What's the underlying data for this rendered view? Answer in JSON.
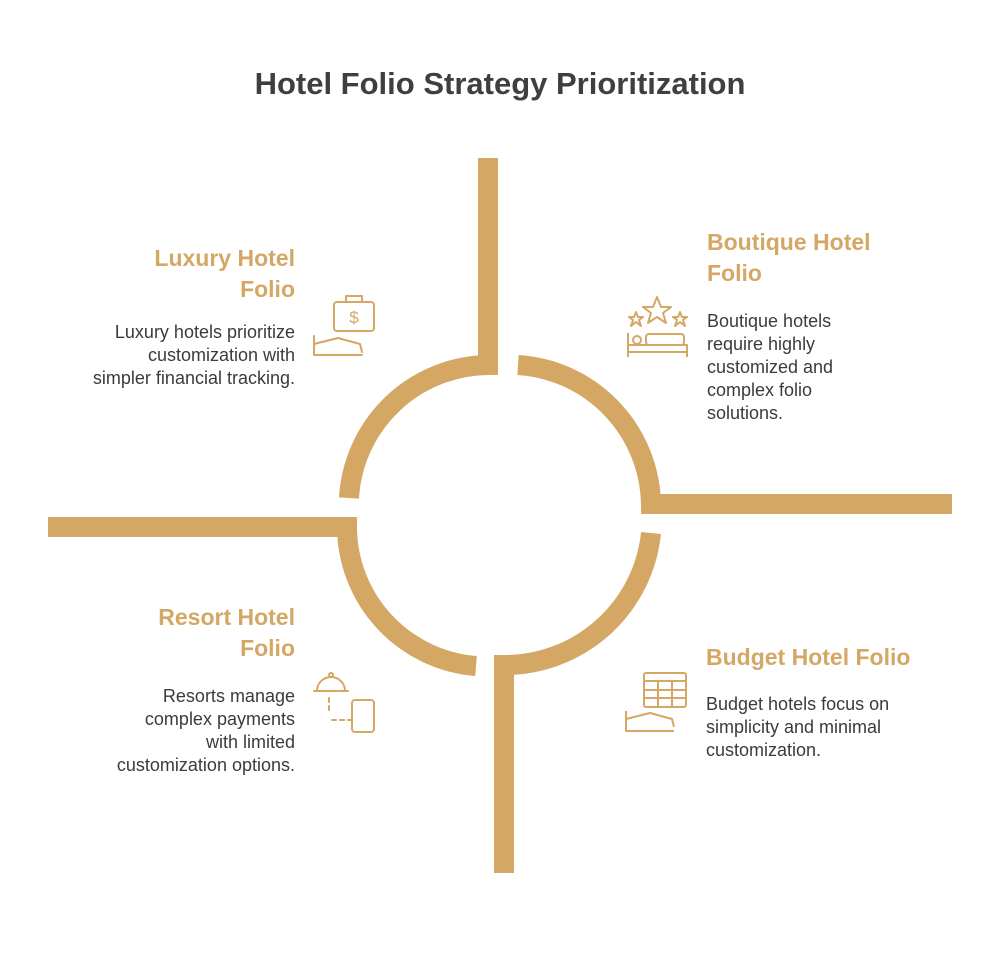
{
  "title": "Hotel Folio Strategy Prioritization",
  "colors": {
    "accent": "#d4a764",
    "title": "#3f3f3f",
    "text": "#3b3b3b",
    "background": "#ffffff"
  },
  "quadrants": {
    "top_left": {
      "title": "Luxury Hotel Folio",
      "description": "Luxury hotels prioritize customization with simpler financial tracking.",
      "icon": "money-bag-hand-icon"
    },
    "top_right": {
      "title": "Boutique Hotel Folio",
      "description": "Boutique hotels require highly customized and complex folio solutions.",
      "icon": "stars-bed-icon"
    },
    "bottom_left": {
      "title": "Resort Hotel Folio",
      "description": "Resorts manage complex payments with limited customization options.",
      "icon": "cloche-phone-icon"
    },
    "bottom_right": {
      "title": "Budget Hotel Folio",
      "description": "Budget hotels focus on simplicity and minimal customization.",
      "icon": "spreadsheet-hand-icon"
    }
  }
}
